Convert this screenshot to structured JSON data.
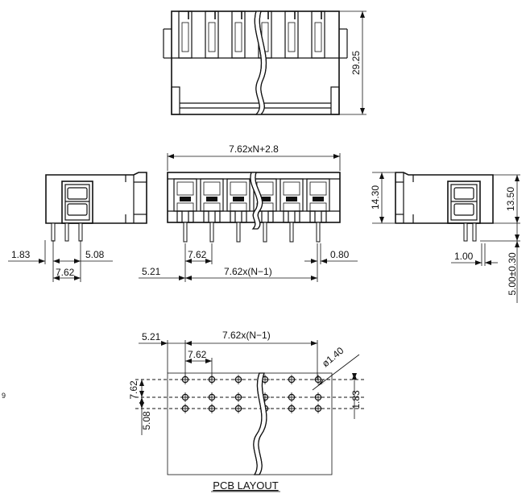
{
  "top_view": {
    "height_dim": "29.25"
  },
  "front_view": {
    "overall_width_dim": "7.62xN+2.8",
    "pitch_dim": "7.62",
    "pin_span_dim": "7.62x(N−1)",
    "edge_offset_dim": "5.21",
    "pin_width_dim": "0.80",
    "pole_count": 6
  },
  "left_view": {
    "offset_dim": "1.83",
    "pitch_dim": "7.62",
    "rear_offset_dim": "5.08"
  },
  "right_view": {
    "height_dim": "14.30",
    "inner_height_dim": "13.50",
    "pin_dia_dim": "1.00",
    "pin_length_dim": "5.00±0.30"
  },
  "pcb_layout": {
    "title": "PCB LAYOUT",
    "edge_offset_dim": "5.21",
    "pin_span_dim": "7.62x(N−1)",
    "pitch_dim": "7.62",
    "hole_dia_dim": "ø1.40",
    "row_pitch_dim": "7.62",
    "rear_row_dim": "5.08",
    "side_offset_dim": "1.83",
    "hole_columns": 6,
    "hole_rows": 3
  },
  "margin_note": "9"
}
